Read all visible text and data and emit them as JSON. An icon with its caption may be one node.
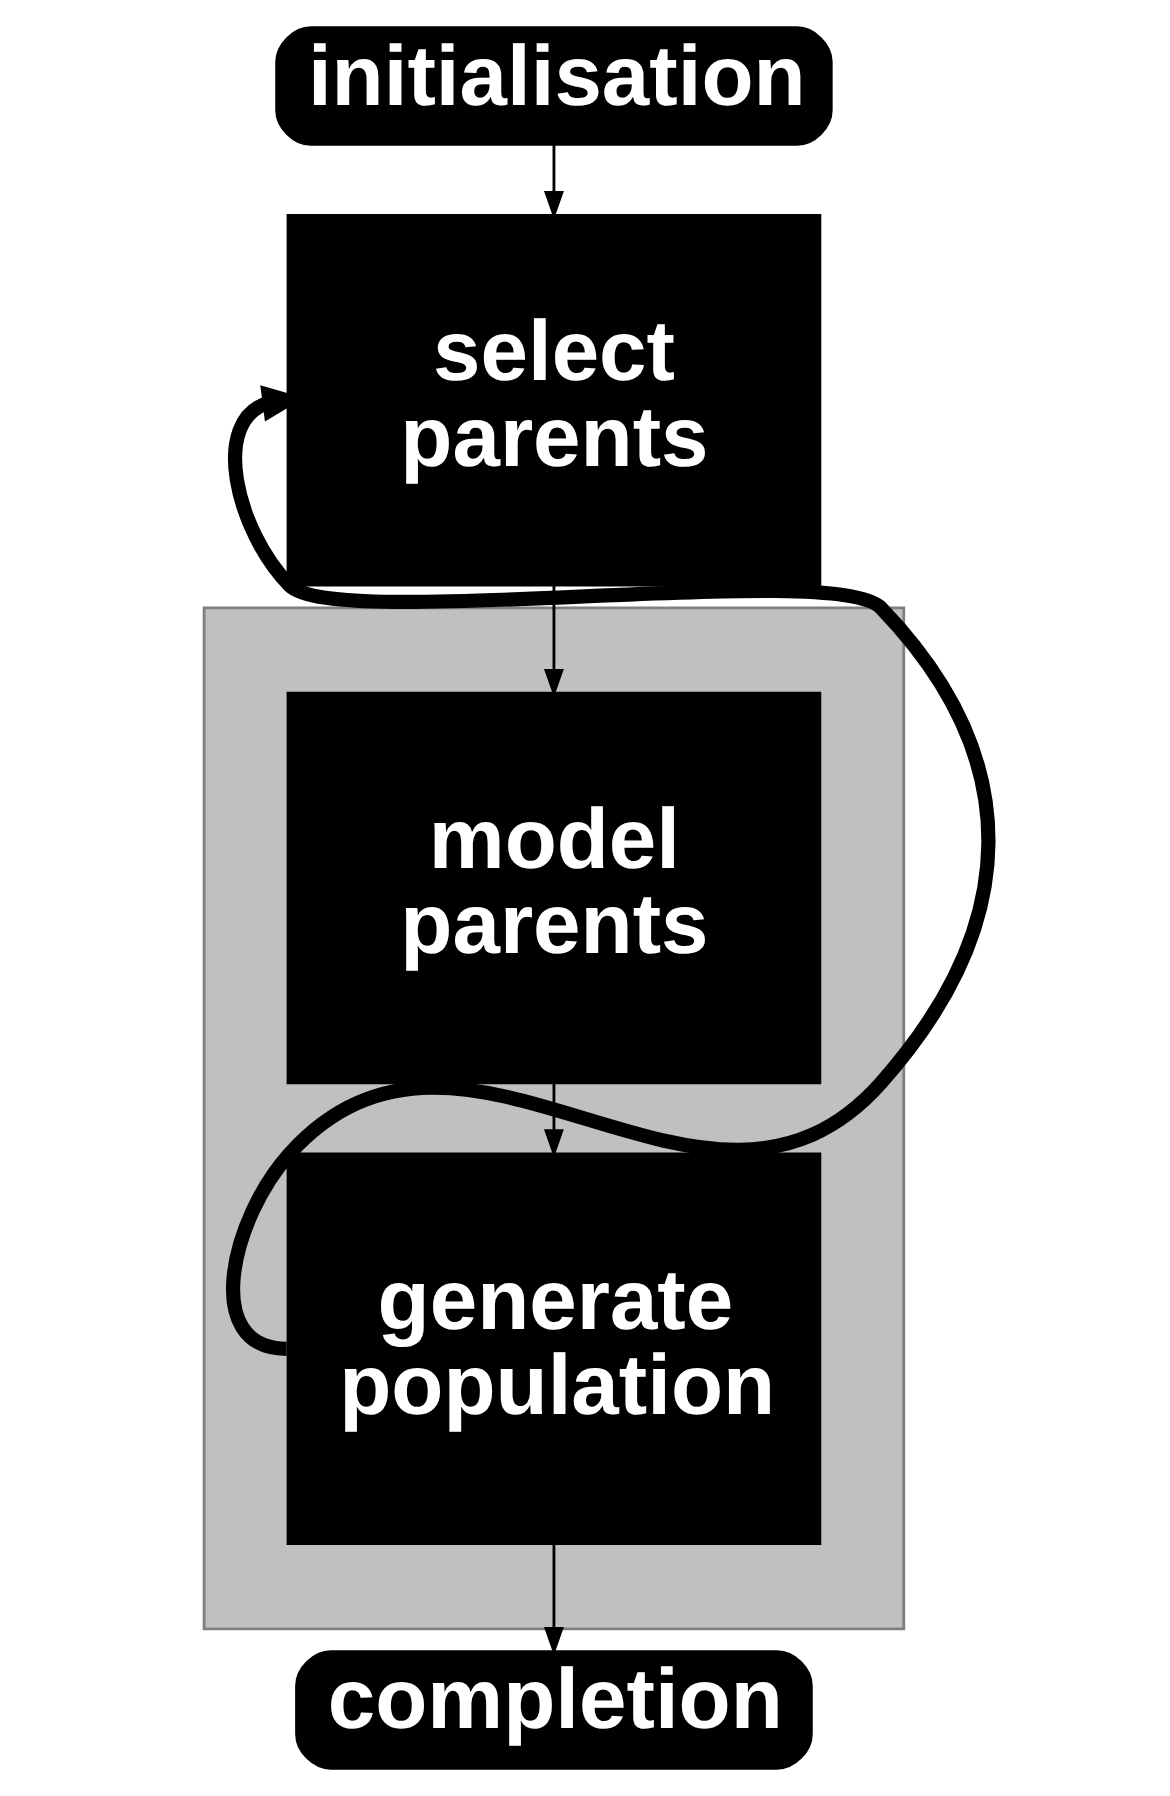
{
  "diagram": {
    "nodes": [
      {
        "text": [
          "initialisation"
        ]
      },
      {
        "text": [
          "select parents"
        ]
      },
      {
        "text": [],
        "shape": "box"
      },
      {
        "text": [
          "model parents"
        ],
        "in": 2
      },
      {
        "text": [
          "generate population"
        ],
        "in": 2
      },
      {
        "text": [
          "completion"
        ]
      }
    ],
    "edges": [
      {
        "from": 0,
        "to": 1,
        "arrow": "to"
      },
      {
        "from": 1,
        "to": 3,
        "arrow": "to"
      },
      {
        "from": 3,
        "to": 4,
        "arrow": "to"
      },
      {
        "from": 4,
        "to": 1,
        "arrow": "to",
        "style": "thick"
      },
      {
        "from": 4,
        "to": 5,
        "arrow": "to"
      }
    ]
  }
}
